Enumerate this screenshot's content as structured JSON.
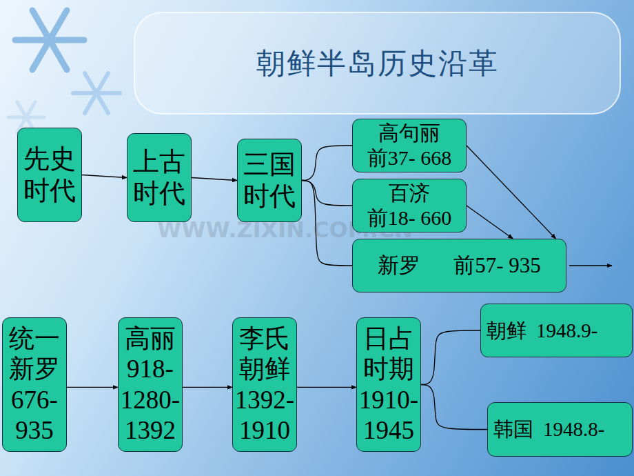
{
  "diagram": {
    "title": "朝鲜半岛历史沿革",
    "nodes": [
      {
        "text": [
          "先史 时代"
        ]
      },
      {
        "text": [
          "上古 时代"
        ]
      },
      {
        "text": [
          "三国 时代"
        ]
      },
      {
        "text": [
          "高句丽",
          "前37- 668"
        ]
      },
      {
        "text": [
          "百济",
          "前18- 660"
        ]
      },
      {
        "text": [
          "新罗",
          "前57- 935"
        ]
      },
      {
        "text": [
          "统一 新罗",
          "676- 935"
        ]
      },
      {
        "text": [
          "高丽",
          "918- 1280- 1392"
        ]
      },
      {
        "text": [
          "李氏 朝鲜",
          "1392- 1910"
        ]
      },
      {
        "text": [
          "日占 时期",
          "1910- 1945"
        ]
      },
      {
        "text": [
          "朝鲜",
          "1948.9-"
        ]
      },
      {
        "text": [
          "韩国",
          "1948.8-"
        ]
      }
    ],
    "edges": [
      {
        "from": 0,
        "to": 1,
        "arrow": "to"
      },
      {
        "from": 1,
        "to": 2,
        "arrow": "to"
      },
      {
        "from": 2,
        "to": 3,
        "arrow": "none"
      },
      {
        "from": 2,
        "to": 4,
        "arrow": "none"
      },
      {
        "from": 2,
        "to": 5,
        "arrow": "none"
      },
      {
        "from": 3,
        "to": 5,
        "arrow": "to"
      },
      {
        "from": 4,
        "to": 5,
        "arrow": "to"
      },
      {
        "from": 6,
        "to": 7,
        "arrow": "to"
      },
      {
        "from": 7,
        "to": 8,
        "arrow": "to"
      },
      {
        "from": 8,
        "to": 9,
        "arrow": "to"
      },
      {
        "from": 9,
        "to": 10,
        "arrow": "none"
      },
      {
        "from": 9,
        "to": 11,
        "arrow": "none"
      }
    ],
    "labels": [
      "WWW.ZIXIN.COM.CN"
    ]
  }
}
